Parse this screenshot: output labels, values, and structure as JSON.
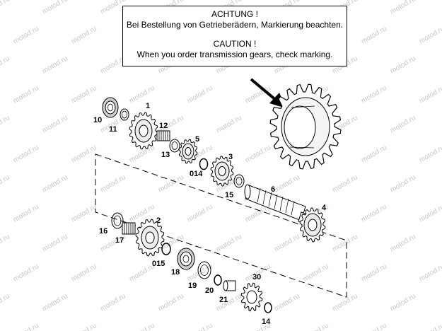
{
  "notice": {
    "de_title": "ACHTUNG !",
    "de_text": "Bei Bestellung von Getrieberädern, Markierung beachten.",
    "en_title": "CAUTION !",
    "en_text": "When you order transmission gears, check marking."
  },
  "watermark": "motod.ru",
  "parts": {
    "p1": "1",
    "p2": "2",
    "p3": "3",
    "p4": "4",
    "p5": "5",
    "p6": "6",
    "p10": "10",
    "p11": "11",
    "p12": "12",
    "p13": "13",
    "p014": "014",
    "p15": "15",
    "p16": "16",
    "p17": "17",
    "p015": "015",
    "p18": "18",
    "p19": "19",
    "p20": "20",
    "p21": "21",
    "p30": "30",
    "p14": "14"
  },
  "colors": {
    "line": "#000000",
    "watermark": "#c8c8c8",
    "background": "#ffffff"
  }
}
